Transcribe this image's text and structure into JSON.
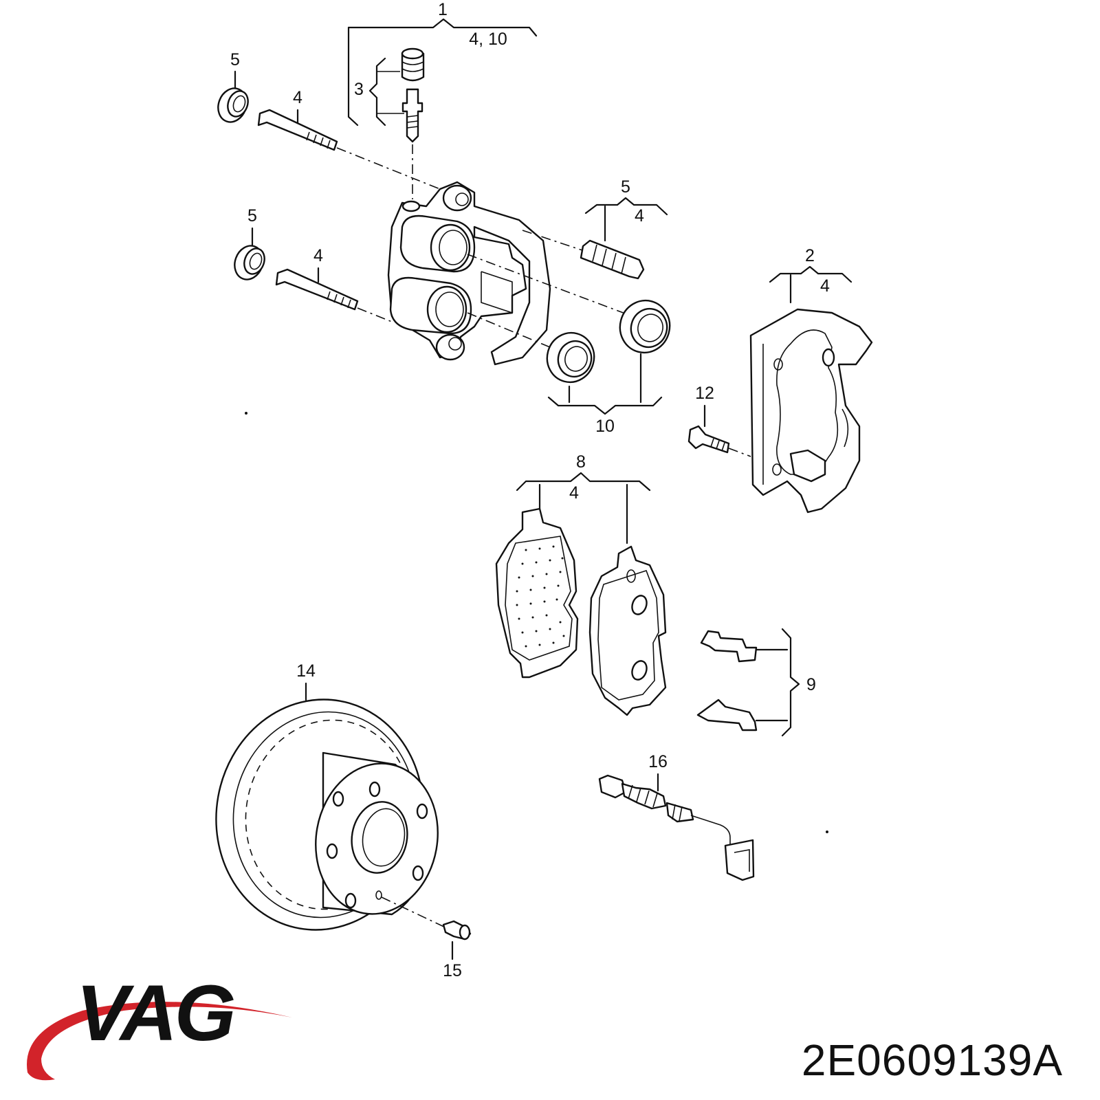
{
  "diagram": {
    "callouts": {
      "c1": "1",
      "c1_sub": "4, 10",
      "c3": "3",
      "c5a": "5",
      "c4a": "4",
      "c5b": "5",
      "c4b": "4",
      "c5c": "5",
      "c4c": "4",
      "c2": "2",
      "c2_sub": "4",
      "c12": "12",
      "c10": "10",
      "c8": "8",
      "c8_sub": "4",
      "c9": "9",
      "c14": "14",
      "c16": "16",
      "c15": "15"
    }
  },
  "brand": {
    "logo_text": "VAG",
    "logo_color": "#d2232a"
  },
  "part_number": "2E0609139A"
}
